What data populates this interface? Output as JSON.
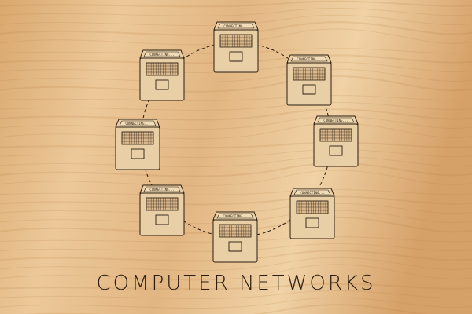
{
  "colors": {
    "wood_light": "#e6bf8c",
    "wood_dark": "#c8955c",
    "ink": "#2b1d10"
  },
  "network": {
    "ring_style": "dashed",
    "nodes": [
      {
        "name": "laptop-top",
        "screen_text": "CONNECTING..."
      },
      {
        "name": "laptop-upper-right",
        "screen_text": "CONNECTING..."
      },
      {
        "name": "laptop-right",
        "screen_text": "CONNECTING..."
      },
      {
        "name": "laptop-lower-right",
        "screen_text": "CONNECTING..."
      },
      {
        "name": "laptop-bottom",
        "screen_text": "CONNECTING..."
      },
      {
        "name": "laptop-lower-left",
        "screen_text": "CONNECTING..."
      },
      {
        "name": "laptop-left",
        "screen_text": "CONNECTING..."
      },
      {
        "name": "laptop-upper-left",
        "screen_text": "CONNECTING..."
      }
    ]
  },
  "caption": "COMPUTER NETWORKS"
}
